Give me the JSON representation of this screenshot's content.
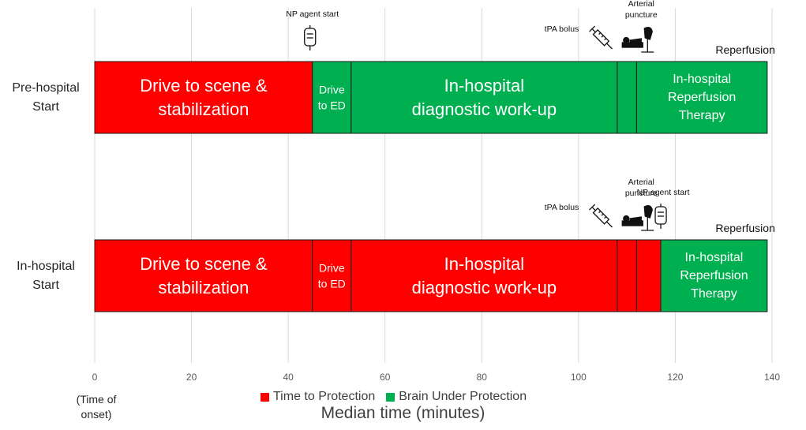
{
  "chart_data": {
    "type": "bar",
    "orientation": "horizontal",
    "stacked": true,
    "xlabel": "Median time (minutes)",
    "xlim": [
      0,
      140
    ],
    "xticks": [
      0,
      20,
      40,
      60,
      80,
      100,
      120,
      140
    ],
    "onset_note": "(Time of onset)",
    "grid": "vertical",
    "colors": {
      "Time to Protection": "#ff0000",
      "Brain Under Protection": "#00b050"
    },
    "legend": {
      "placement": "bottom",
      "entries": [
        {
          "name": "Time to Protection",
          "color": "#ff0000"
        },
        {
          "name": "Brain Under Protection",
          "color": "#00b050"
        }
      ]
    },
    "rows": [
      {
        "label": [
          "Pre-hospital",
          "Start"
        ],
        "segments": [
          {
            "start": 0,
            "end": 45,
            "label": [
              "Drive to scene &",
              "stabilization"
            ],
            "status": "Time to Protection"
          },
          {
            "start": 45,
            "end": 53,
            "label": [
              "Drive",
              "to ED"
            ],
            "status": "Brain Under Protection"
          },
          {
            "start": 53,
            "end": 108,
            "label": [
              "In-hospital",
              "diagnostic work-up"
            ],
            "status": "Brain Under Protection"
          },
          {
            "start": 108,
            "end": 112,
            "label": [],
            "status": "Brain Under Protection"
          },
          {
            "start": 112,
            "end": 139,
            "label": [
              "In-hospital",
              "Reperfusion",
              "Therapy"
            ],
            "status": "Brain Under Protection"
          }
        ],
        "annotations": [
          {
            "x": 44.5,
            "label": [
              "NP agent start"
            ],
            "icon": "iv-bag-icon"
          },
          {
            "x": 105,
            "label": [
              "tPA bolus"
            ],
            "icon": "syringe-icon"
          },
          {
            "x": 111,
            "label": [
              "Arterial",
              "puncture"
            ],
            "icon": "patient-imaging-icon"
          }
        ],
        "end_label": "Reperfusion"
      },
      {
        "label": [
          "In-hospital",
          "Start"
        ],
        "segments": [
          {
            "start": 0,
            "end": 45,
            "label": [
              "Drive to scene &",
              "stabilization"
            ],
            "status": "Time to Protection"
          },
          {
            "start": 45,
            "end": 53,
            "label": [
              "Drive",
              "to ED"
            ],
            "status": "Time to Protection"
          },
          {
            "start": 53,
            "end": 108,
            "label": [
              "In-hospital",
              "diagnostic work-up"
            ],
            "status": "Time to Protection"
          },
          {
            "start": 108,
            "end": 112,
            "label": [],
            "status": "Time to Protection"
          },
          {
            "start": 112,
            "end": 117,
            "label": [],
            "status": "Time to Protection"
          },
          {
            "start": 117,
            "end": 139,
            "label": [
              "In-hospital",
              "Reperfusion",
              "Therapy"
            ],
            "status": "Brain Under Protection"
          }
        ],
        "annotations": [
          {
            "x": 105,
            "label": [
              "tPA bolus"
            ],
            "icon": "syringe-icon"
          },
          {
            "x": 111,
            "label": [
              "Arterial",
              "puncture"
            ],
            "icon": "patient-imaging-icon"
          },
          {
            "x": 117,
            "label": [
              "NP agent start"
            ],
            "icon": "iv-bag-icon"
          }
        ],
        "end_label": "Reperfusion"
      }
    ]
  }
}
